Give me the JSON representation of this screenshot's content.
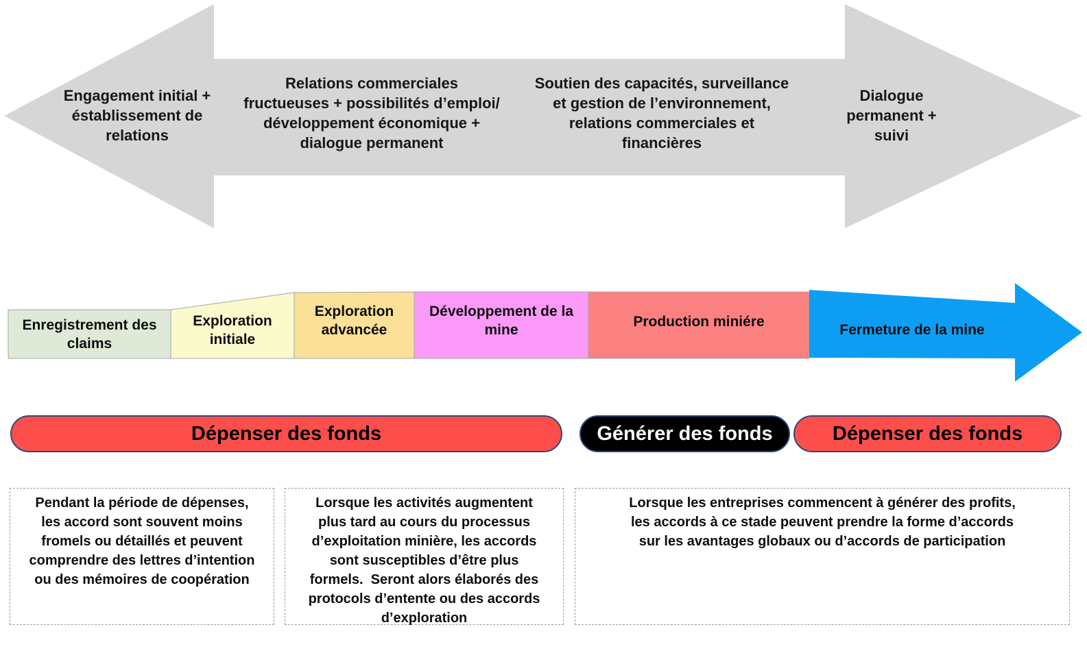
{
  "colors": {
    "arrow_gray": "#d6d6d6",
    "stage_claims": "#dfe9d8",
    "stage_exploration_initiale": "#fbfacd",
    "stage_exploration_avancee": "#fbe097",
    "stage_developpement": "#fb99f8",
    "stage_production": "#fb8181",
    "stage_fermeture": "#0d9ef4",
    "pill_red": "#fc4f4b",
    "pill_black": "#000000",
    "pill_border": "#2e4a7f"
  },
  "top_arrow": {
    "phase1": "Engagement initial +\néstablissement de\nrelations",
    "phase2": "Relations commerciales\nfructueuses + possibilités d’emploi/\ndéveloppement économique +\ndialogue permanent",
    "phase3": "Soutien des capacités, surveillance\net gestion de l’environnement,\nrelations commerciales et\nfinancières",
    "phase4": "Dialogue\npermanent +\nsuivi"
  },
  "stages": {
    "s1": "Enregistrement des\nclaims",
    "s2": "Exploration\ninitiale",
    "s3": "Exploration\nadvancée",
    "s4": "Développement de la\nmine",
    "s5": "Production miniére",
    "s6": "Fermeture de la mine"
  },
  "funding": {
    "pill1": "Dépenser des fonds",
    "pill2": "Générer des fonds",
    "pill3": "Dépenser des fonds"
  },
  "notes": {
    "note1": "Pendant la période de dépenses,\nles accord sont souvent moins\nfromels ou détaillés et peuvent\ncomprendre des lettres d’intention\nou des mémoires de coopération",
    "note2": "Lorsque les activités augmentent\nplus tard au cours du processus\nd’exploitation minière, les accords\nsont susceptibles d’être plus\nformels.  Seront alors élaborés des\nprotocols d’entente ou des accords\nd’exploration",
    "note3": "Lorsque les entreprises commencent à générer des profits,\nles accords à ce stade peuvent prendre la forme d’accords\nsur les avantages globaux ou d’accords de participation"
  }
}
